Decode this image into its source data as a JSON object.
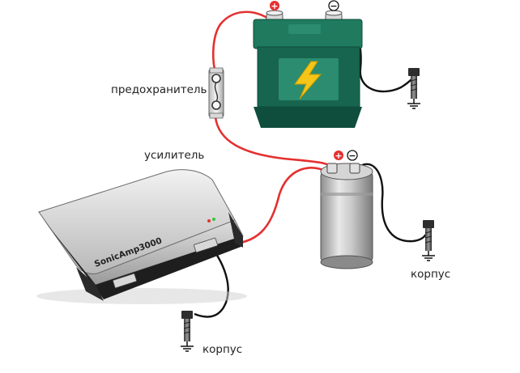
{
  "labels": {
    "fuse": "предохранитель",
    "amplifier": "усилитель",
    "ground_right": "корпус",
    "ground_bottom": "корпус"
  },
  "amplifier": {
    "brand": "SonicAmp3000"
  },
  "battery": {
    "plus_sign": "+",
    "minus_sign": "−",
    "symbol_icon": "lightning-bolt-icon"
  },
  "capacitor": {
    "plus_sign": "+",
    "minus_sign": "−"
  },
  "colors": {
    "battery_body": "#17654f",
    "battery_accent": "#2b8c6f",
    "lightning": "#f5c518",
    "positive_wire": "#e53030",
    "negative_wire": "#111111",
    "polarity_plus": "#e53030",
    "amp_body": "#d9d9d9"
  }
}
